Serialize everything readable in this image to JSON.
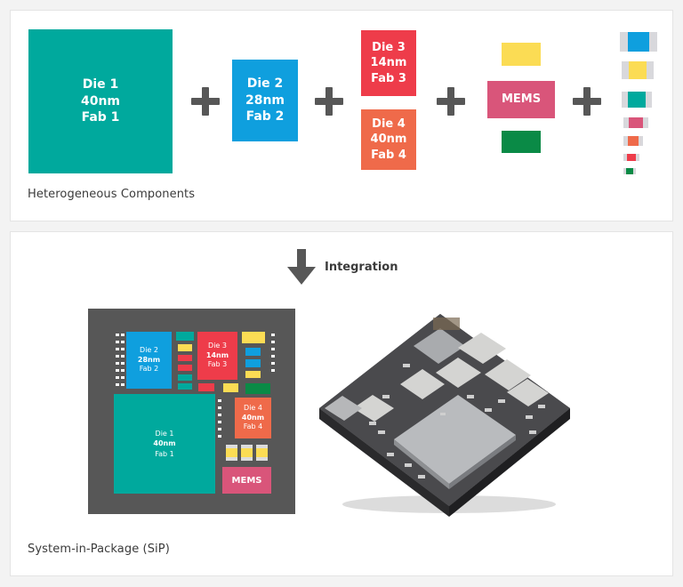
{
  "components": {
    "die1": {
      "line1": "Die 1",
      "line2": "40nm",
      "line3": "Fab 1"
    },
    "die2": {
      "line1": "Die 2",
      "line2": "28nm",
      "line3": "Fab 2"
    },
    "die3": {
      "line1": "Die 3",
      "line2": "14nm",
      "line3": "Fab 3"
    },
    "die4": {
      "line1": "Die 4",
      "line2": "40nm",
      "line3": "Fab 4"
    },
    "mems": "MEMS",
    "caption": "Heterogeneous Components"
  },
  "integration_label": "Integration",
  "sip": {
    "die1": {
      "line1": "Die 1",
      "line2": "40nm",
      "line3": "Fab 1"
    },
    "die2": {
      "line1": "Die 2",
      "line2": "28nm",
      "line3": "Fab 2"
    },
    "die3": {
      "line1": "Die 3",
      "line2": "14nm",
      "line3": "Fab 3"
    },
    "die4": {
      "line1": "Die 4",
      "line2": "40nm",
      "line3": "Fab 4"
    },
    "mems": "MEMS",
    "caption": "System-in-Package (SiP)"
  },
  "colors": {
    "die1": "#00a99d",
    "die2": "#0f9fde",
    "die3": "#ee3c4a",
    "die4": "#ef6a4a",
    "mems": "#d9557a",
    "mems_top": "#fbdc54",
    "mems_bottom": "#0a8a46",
    "board": "#575757",
    "plus": "#575757"
  },
  "icons": [
    "plus-icon",
    "down-arrow-icon"
  ]
}
